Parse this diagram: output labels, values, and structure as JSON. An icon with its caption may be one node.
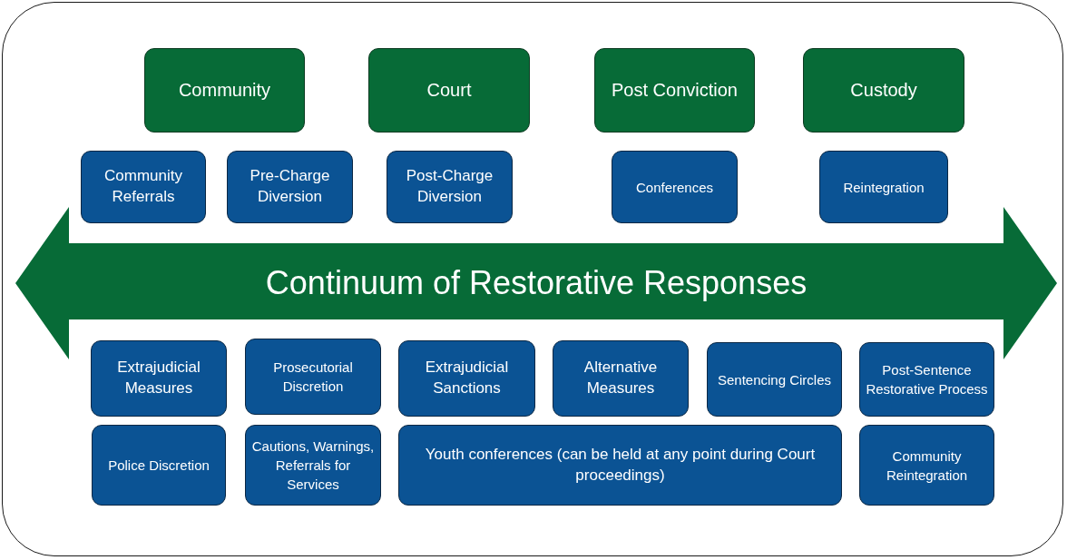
{
  "diagram": {
    "nodes": [
      {
        "text": [
          "Community"
        ]
      },
      {
        "text": [
          "Court"
        ]
      },
      {
        "text": [
          "Post Conviction"
        ]
      },
      {
        "text": [
          "Custody"
        ]
      },
      {
        "text": [
          "Community Referrals"
        ]
      },
      {
        "text": [
          "Pre-Charge Diversion"
        ]
      },
      {
        "text": [
          "Post-Charge Diversion"
        ]
      },
      {
        "text": [
          "Conferences"
        ]
      },
      {
        "text": [
          "Reintegration"
        ]
      },
      {
        "text": [
          "Continuum of Restorative Responses"
        ]
      },
      {
        "text": [
          "Extrajudicial Measures"
        ]
      },
      {
        "text": [
          "Prosecutorial Discretion"
        ]
      },
      {
        "text": [
          "Extrajudicial Sanctions"
        ]
      },
      {
        "text": [
          "Alternative Measures"
        ]
      },
      {
        "text": [
          "Sentencing Circles"
        ]
      },
      {
        "text": [
          "Post-Sentence Restorative Process"
        ]
      },
      {
        "text": [
          "Police Discretion"
        ]
      },
      {
        "text": [
          "Cautions, Warnings, Referrals for Services"
        ]
      },
      {
        "text": [
          "Youth conferences (can be held at any point during Court proceedings)"
        ]
      },
      {
        "text": [
          "Community Reintegration"
        ]
      }
    ]
  }
}
